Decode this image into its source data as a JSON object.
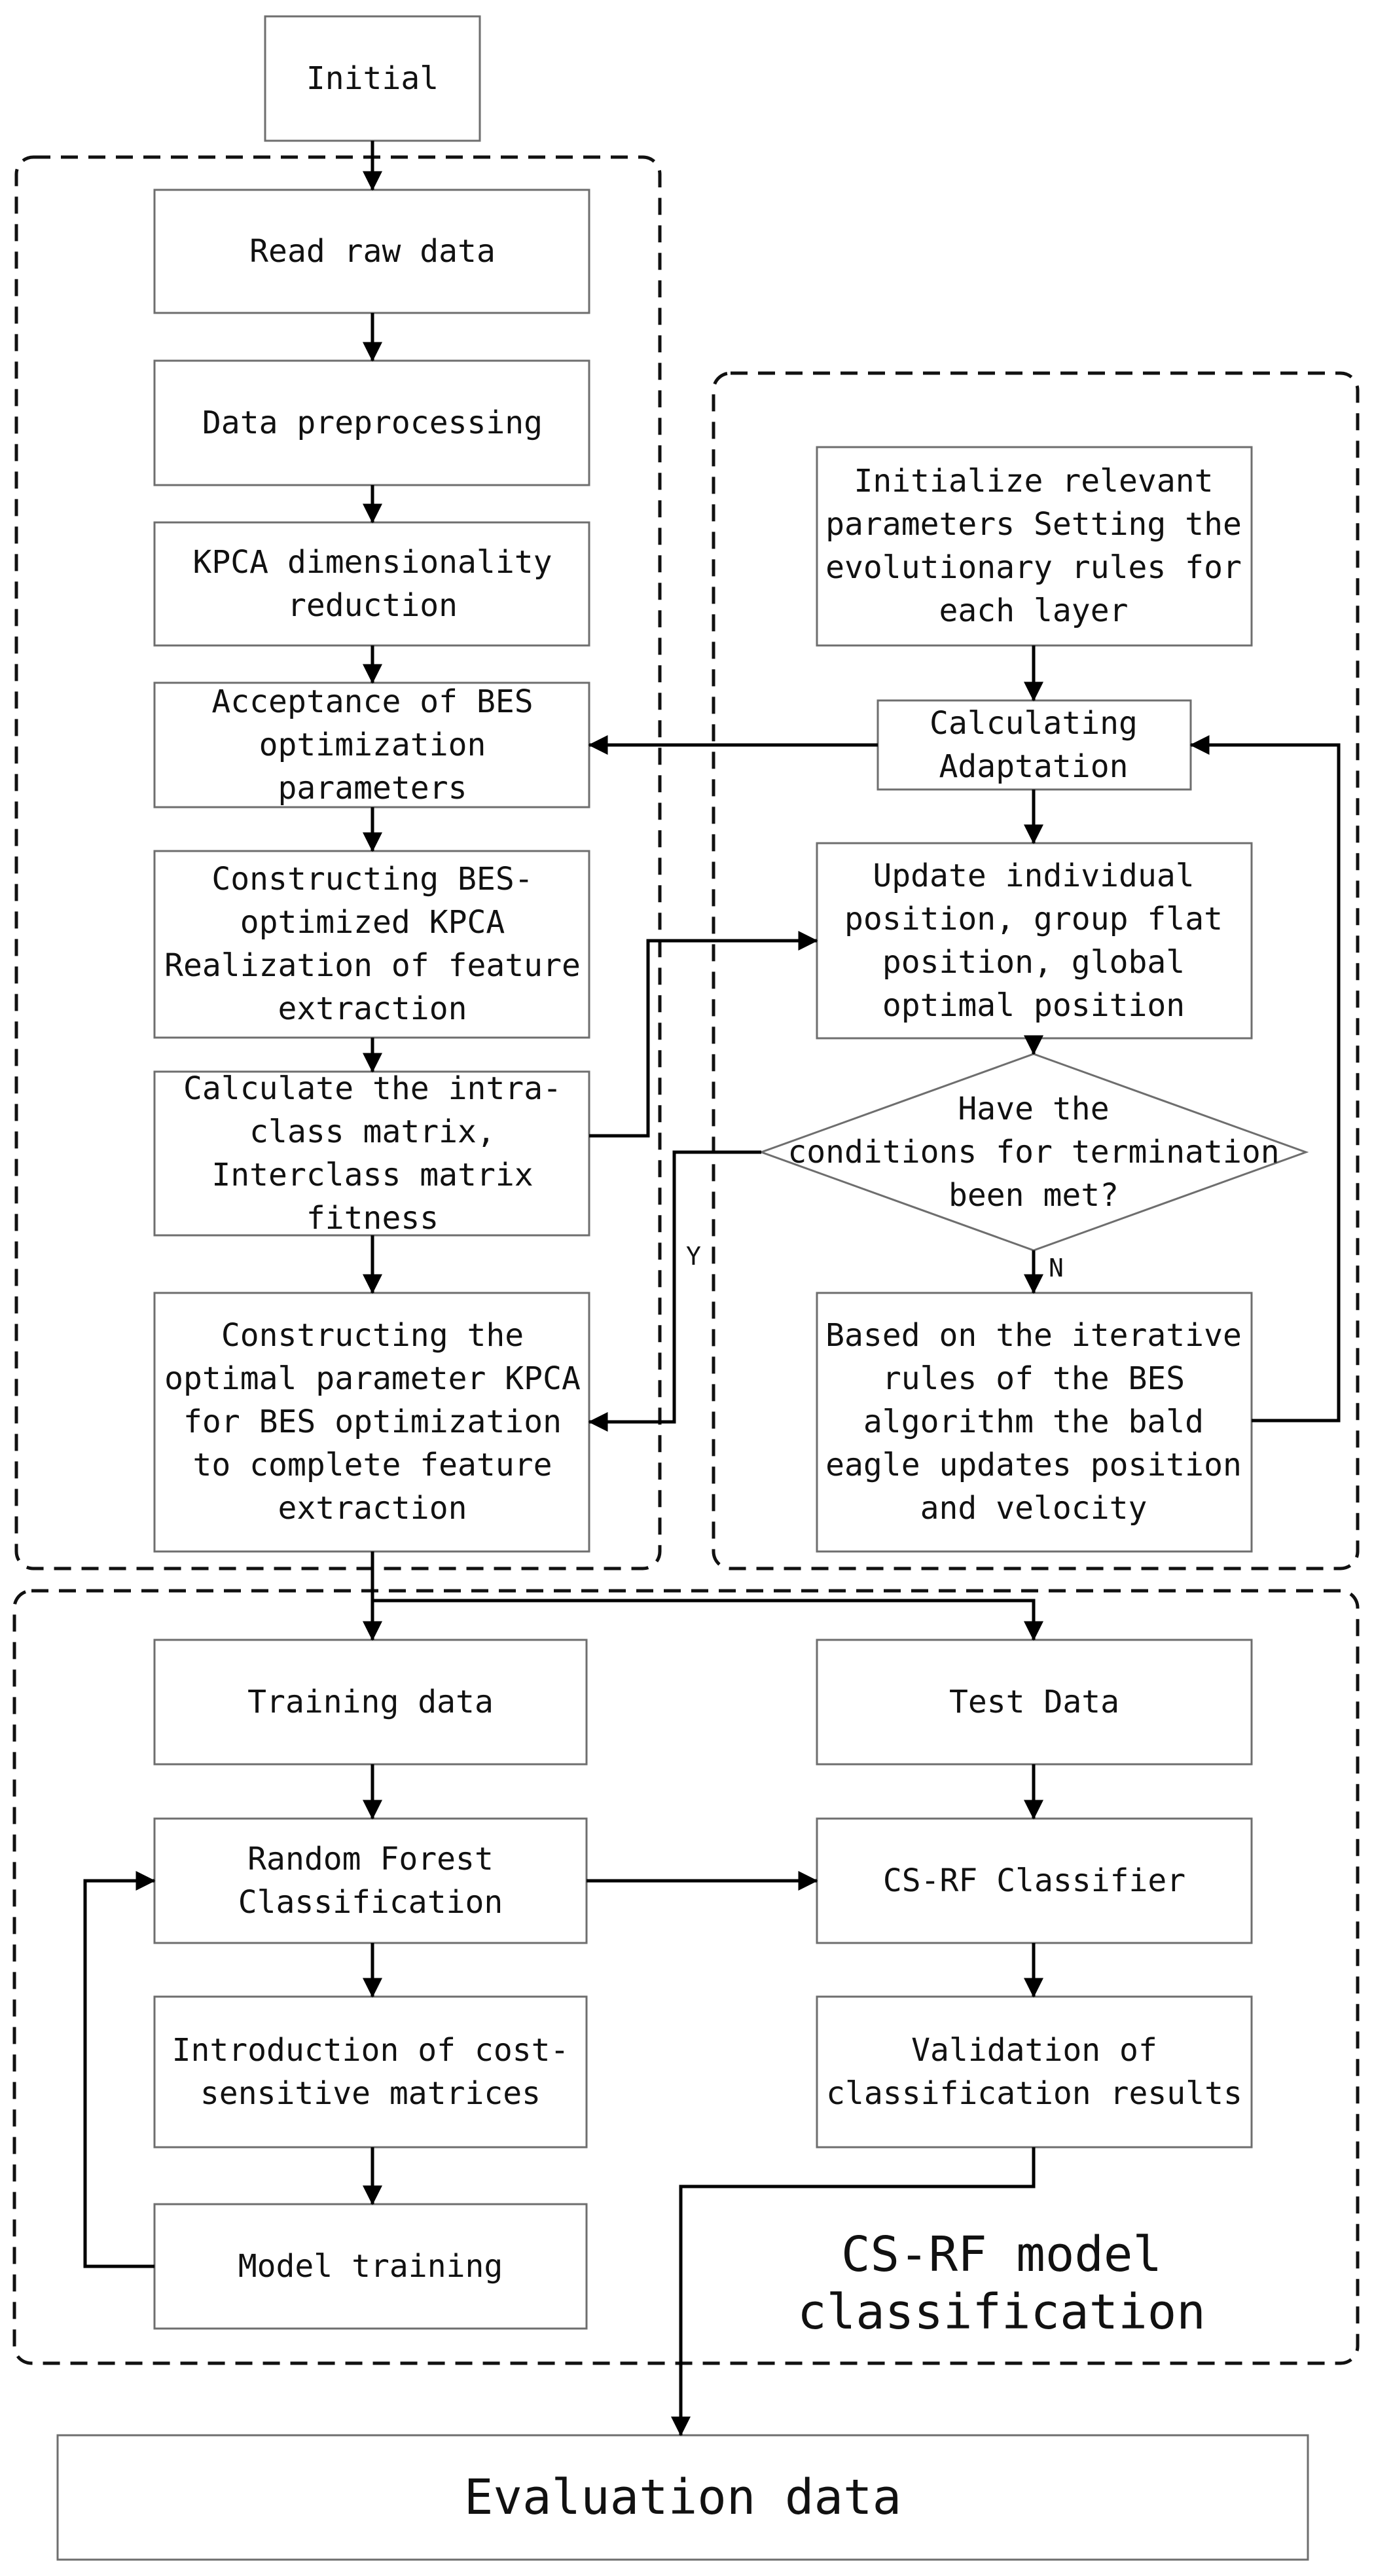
{
  "nodes": {
    "initial": [
      "Initial"
    ],
    "read_raw_data": [
      "Read raw data"
    ],
    "data_preprocessing": [
      "Data preprocessing"
    ],
    "kpca_reduction": [
      "KPCA dimensionality",
      "reduction"
    ],
    "acceptance_bes": [
      "Acceptance of BES",
      "optimization",
      "parameters"
    ],
    "constructing_bes_kpca": [
      "Constructing BES-",
      "optimized KPCA",
      "Realization of feature",
      "extraction"
    ],
    "calculate_intraclass": [
      "Calculate the intra-",
      "class matrix,",
      "Interclass matrix",
      "fitness"
    ],
    "constructing_optimal": [
      "Constructing the",
      "optimal parameter KPCA",
      "for BES optimization",
      "to complete feature",
      "extraction"
    ],
    "initialize_params": [
      "Initialize relevant",
      "parameters Setting the",
      "evolutionary rules for",
      "each layer"
    ],
    "calculating_adaptation": [
      "Calculating",
      "Adaptation"
    ],
    "update_position": [
      "Update individual",
      "position, group flat",
      "position, global",
      "optimal position"
    ],
    "termination_check": [
      "Have the",
      "conditions for termination",
      "been met?"
    ],
    "bald_eagle_update": [
      "Based on the iterative",
      "rules of the BES",
      "algorithm the bald",
      "eagle updates position",
      "and velocity"
    ],
    "training_data": [
      "Training data"
    ],
    "test_data": [
      "Test Data"
    ],
    "random_forest": [
      "Random Forest",
      "Classification"
    ],
    "csrf_classifier": [
      "CS-RF Classifier"
    ],
    "cost_sensitive": [
      "Introduction of cost-",
      "sensitive matrices"
    ],
    "validation": [
      "Validation of",
      "classification results"
    ],
    "model_training": [
      "Model training"
    ],
    "evaluation_data": [
      "Evaluation data"
    ]
  },
  "edge_labels": {
    "yes": "Y",
    "no": "N"
  },
  "group_labels": {
    "csrf_model": [
      "CS-RF model",
      "classification"
    ]
  }
}
